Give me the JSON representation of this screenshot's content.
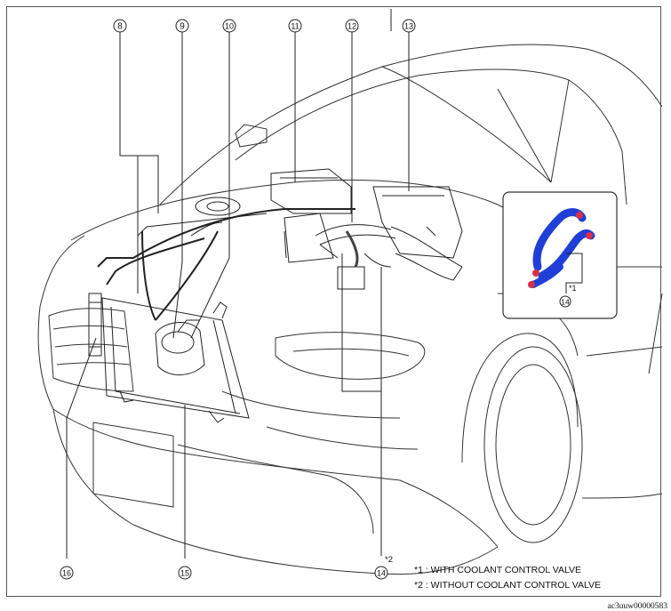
{
  "callouts": [
    "8",
    "9",
    "10",
    "11",
    "12",
    "13",
    "14",
    "15",
    "16"
  ],
  "inset": {
    "callout": "14",
    "mark": "*1"
  },
  "marks": {
    "star2": "*2"
  },
  "notes": [
    "*1 : WITH COOLANT CONTROL VALVE",
    "*2 : WITHOUT COOLANT CONTROL VALVE"
  ],
  "image_id": "ac3uuw00000583",
  "colors": {
    "line": "#222222",
    "hose_blue": "#1f3fd8",
    "clamp_red": "#d8304a"
  }
}
